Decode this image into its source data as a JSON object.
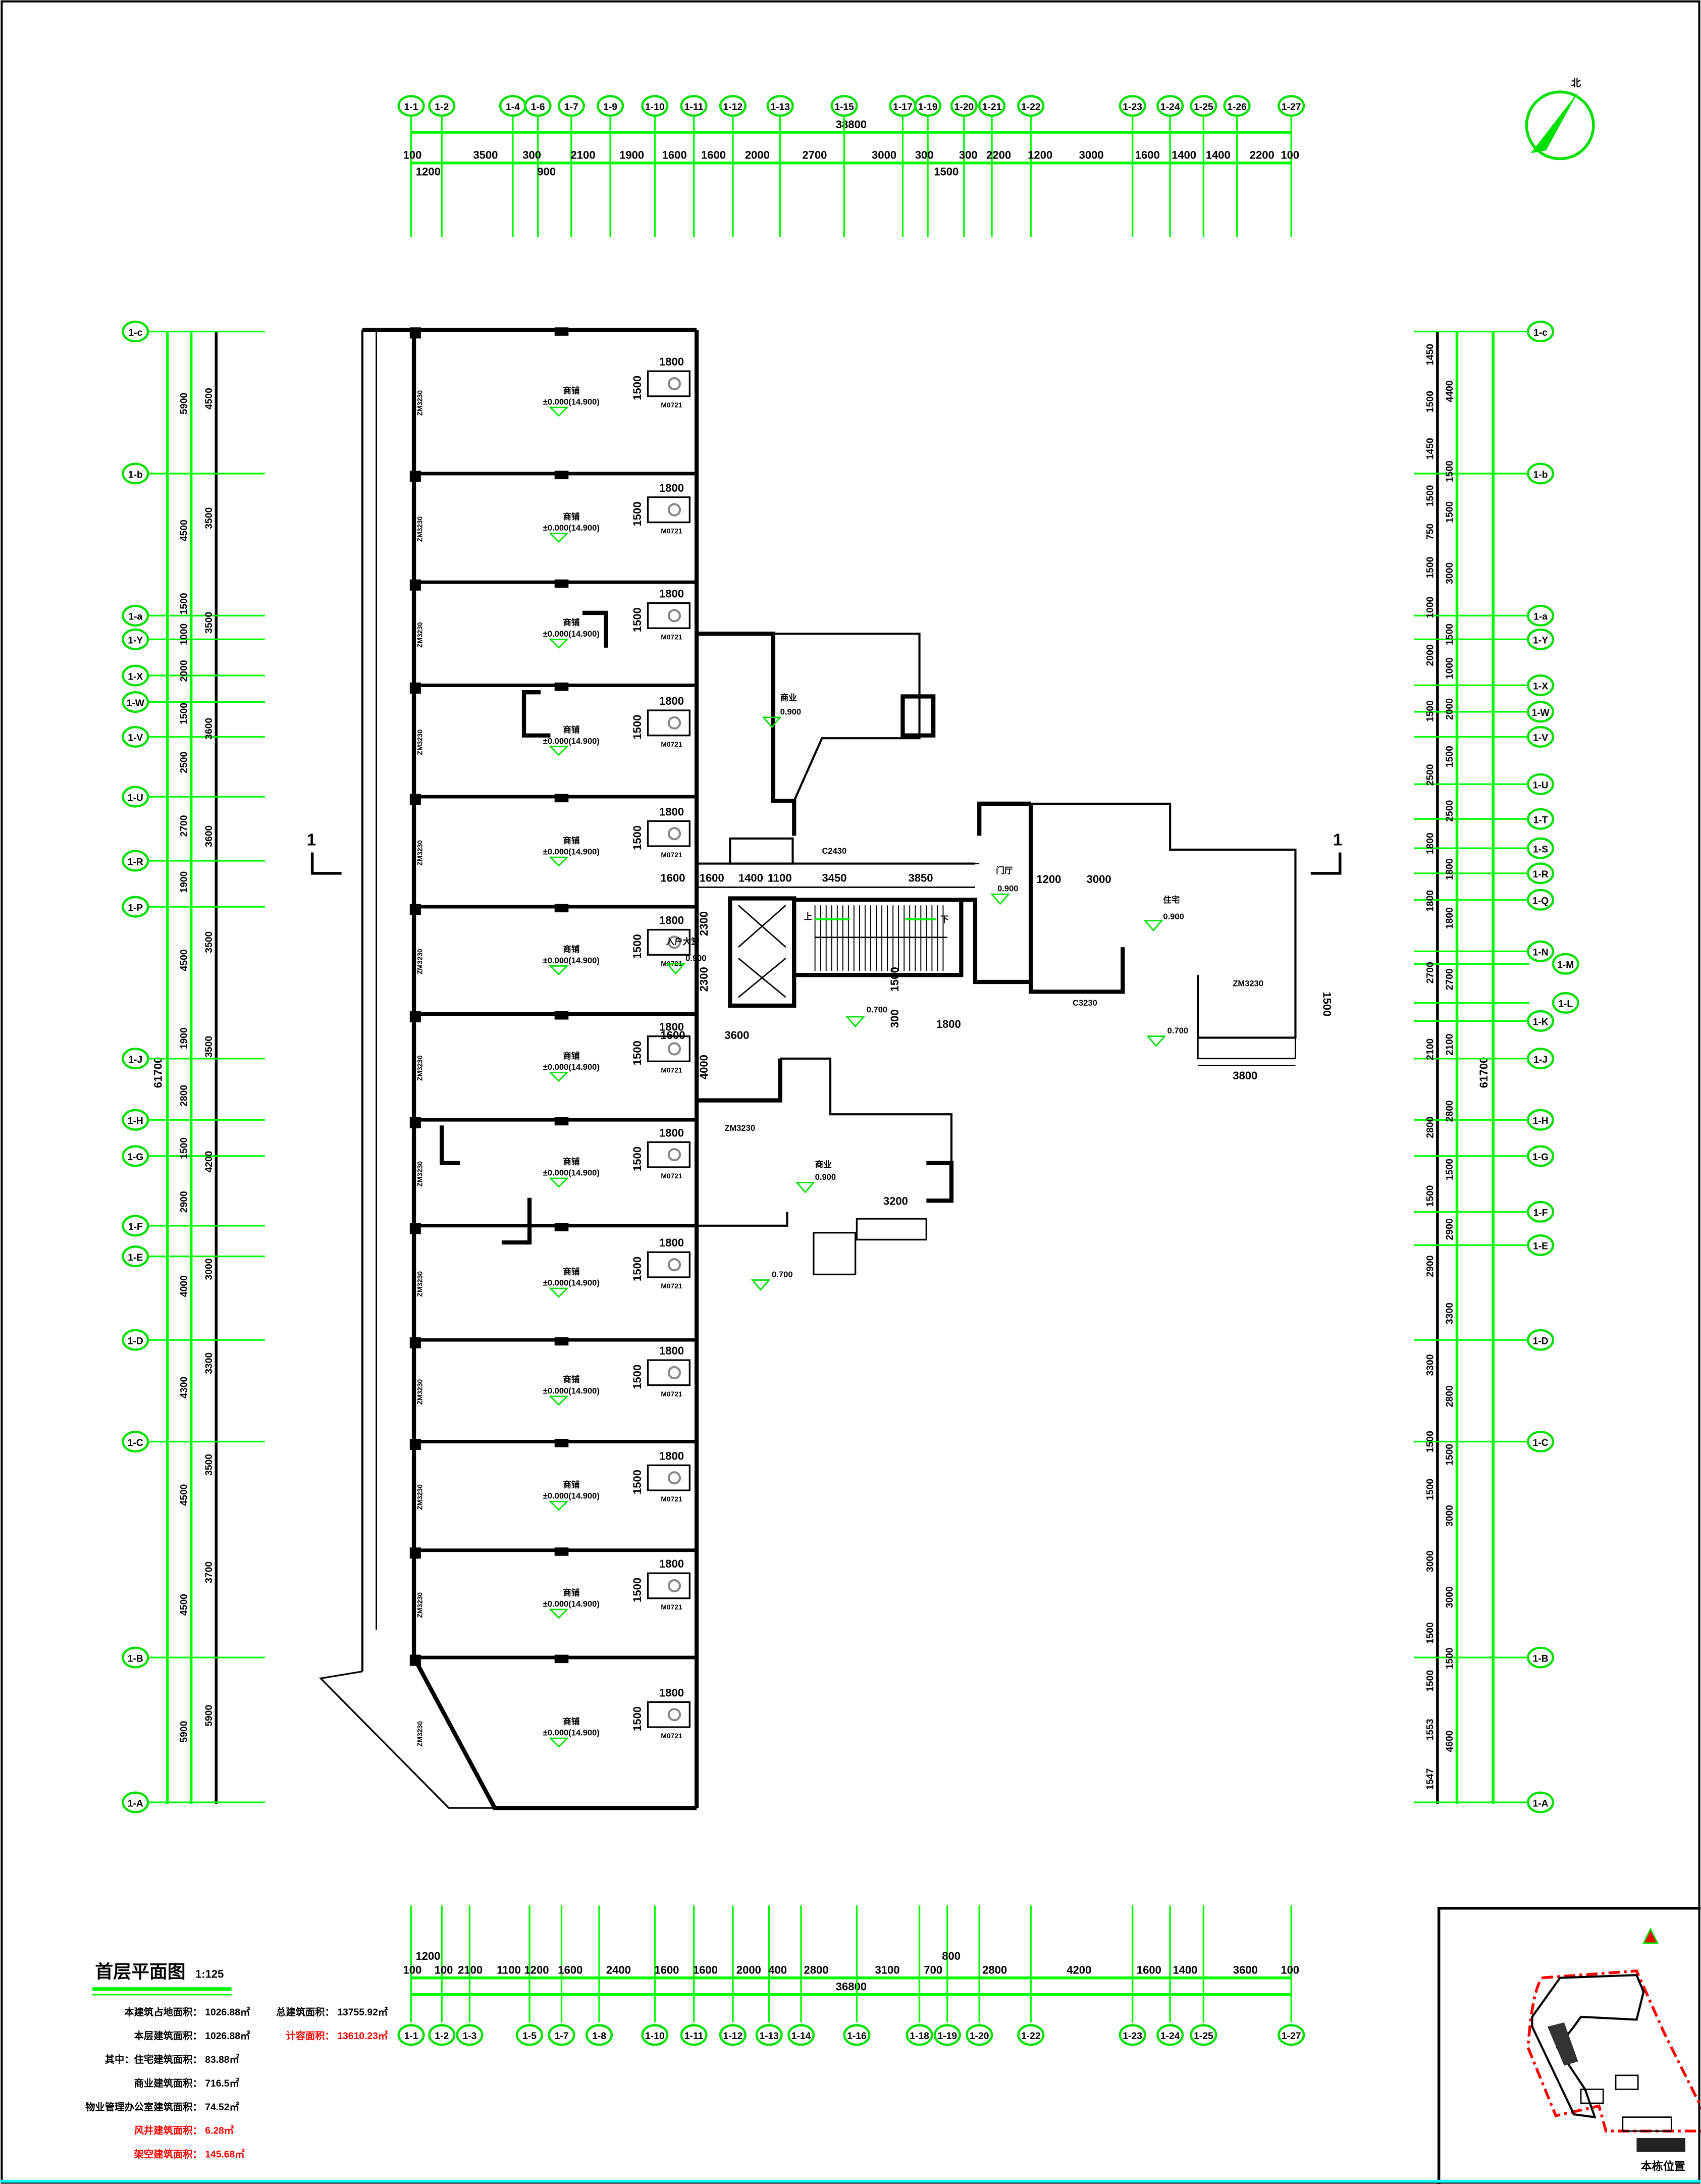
{
  "drawing": {
    "title": "首层平面图",
    "scale": "1:125",
    "stats_left": [
      {
        "label": "本建筑占地面积：",
        "value": "1026.88㎡",
        "color": "#000000"
      },
      {
        "label": "本层建筑面积：",
        "value": "1026.88㎡",
        "color": "#000000"
      },
      {
        "label": "其中：住宅建筑面积：",
        "value": "83.88㎡",
        "color": "#000000"
      },
      {
        "label": "商业建筑面积：",
        "value": "716.5㎡",
        "color": "#000000"
      },
      {
        "label": "物业管理办公室建筑面积：",
        "value": "74.52㎡",
        "color": "#000000"
      },
      {
        "label": "风井建筑面积：",
        "value": "6.28㎡",
        "color": "#ff0000"
      },
      {
        "label": "架空建筑面积：",
        "value": "145.68㎡",
        "color": "#ff0000"
      }
    ],
    "stats_right": [
      {
        "label": "总建筑面积：",
        "value": "13755.92㎡",
        "color": "#000000"
      },
      {
        "label": "计容面积：",
        "value": "13610.23㎡",
        "color": "#ff0000"
      }
    ]
  },
  "top_axis": {
    "total": "38800",
    "labels": [
      "1-1",
      "1-2",
      "1-4",
      "1-6",
      "1-7",
      "1-9",
      "1-10",
      "1-11",
      "1-12",
      "1-13",
      "1-15",
      "1-17",
      "1-19",
      "1-20",
      "1-21",
      "1-22",
      "1-23",
      "1-24",
      "1-25",
      "1-26",
      "1-27"
    ],
    "dims": [
      "100",
      "1200",
      "3500",
      "300",
      "900",
      "2100",
      "1900",
      "1600",
      "1600",
      "2000",
      "2700",
      "3000",
      "300",
      "1500",
      "300",
      "2200",
      "1200",
      "3000",
      "1600",
      "1400",
      "1400",
      "2200",
      "100"
    ]
  },
  "bottom_axis": {
    "total": "36800",
    "labels": [
      "1-1",
      "1-2",
      "1-3",
      "1-5",
      "1-7",
      "1-8",
      "1-10",
      "1-11",
      "1-12",
      "1-13",
      "1-14",
      "1-16",
      "1-18",
      "1-19",
      "1-20",
      "1-22",
      "1-23",
      "1-24",
      "1-25",
      "1-27"
    ],
    "dims": [
      "100",
      "1200",
      "100",
      "2100",
      "1100",
      "1200",
      "1600",
      "2400",
      "1600",
      "1600",
      "2000",
      "400",
      "2800",
      "3100",
      "700",
      "800",
      "2800",
      "4200",
      "1600",
      "1400",
      "3600",
      "100"
    ]
  },
  "left_axis": {
    "total": "61700",
    "labels": [
      "1-c",
      "1-b",
      "1-a",
      "1-Y",
      "1-X",
      "1-W",
      "1-V",
      "1-U",
      "1-R",
      "1-P",
      "1-J",
      "1-H",
      "1-G",
      "1-F",
      "1-E",
      "1-D",
      "1-C",
      "1-B",
      "1-A"
    ],
    "dims_outer": [
      "5900",
      "4500",
      "1500",
      "1000",
      "2000",
      "1500",
      "2500",
      "2700",
      "1900",
      "4500",
      "1900",
      "2800",
      "1500",
      "2900",
      "4000",
      "4300",
      "4500",
      "4500",
      "5900"
    ],
    "dims_inner": [
      "4500",
      "3500",
      "3500",
      "3600",
      "3600",
      "3500",
      "3500",
      "4200",
      "3000",
      "3300",
      "3500",
      "3700",
      "5900"
    ]
  },
  "right_axis": {
    "total": "61700",
    "labels": [
      "1-c",
      "1-b",
      "1-a",
      "1-Y",
      "1-X",
      "1-W",
      "1-V",
      "1-U",
      "1-T",
      "1-S",
      "1-R",
      "1-Q",
      "1-N",
      "1-M",
      "1-L",
      "1-K",
      "1-J",
      "1-H",
      "1-G",
      "1-F",
      "1-E",
      "1-D",
      "1-C",
      "1-B",
      "1-A"
    ],
    "dims_outer": [
      "4400",
      "1500",
      "1500",
      "3000",
      "1500",
      "1000",
      "2000",
      "1500",
      "2500",
      "1800",
      "1800",
      "2700",
      "2100",
      "2800",
      "1500",
      "2900",
      "3300",
      "2800",
      "1500",
      "3000",
      "3000",
      "1500",
      "4600"
    ],
    "dims_inner": [
      "1450",
      "1500",
      "1450",
      "1500",
      "750",
      "1500",
      "1000",
      "2000",
      "1500",
      "2500",
      "1800",
      "1800",
      "2700",
      "2100",
      "2800",
      "1500",
      "2900",
      "3300",
      "1500",
      "1500",
      "3000",
      "1500",
      "1500",
      "1553",
      "1547"
    ]
  },
  "units": [
    {
      "name": "商铺",
      "elev": "±0.000(14.900)"
    },
    {
      "name": "商铺",
      "elev": "±0.000(14.900)"
    },
    {
      "name": "商铺",
      "elev": "±0.000(14.900)"
    },
    {
      "name": "商铺",
      "elev": "±0.000(14.900)"
    },
    {
      "name": "商铺",
      "elev": "±0.000(14.900)"
    },
    {
      "name": "商铺",
      "elev": "±0.000(14.900)"
    },
    {
      "name": "商铺",
      "elev": "±0.000(14.900)"
    },
    {
      "name": "商铺",
      "elev": "±0.000(14.900)"
    },
    {
      "name": "商铺",
      "elev": "±0.000(14.900)"
    },
    {
      "name": "商铺",
      "elev": "±0.000(14.900)"
    },
    {
      "name": "商铺",
      "elev": "±0.000(14.900)"
    },
    {
      "name": "商铺",
      "elev": "±0.000(14.900)"
    },
    {
      "name": "商铺",
      "elev": "±0.000(14.900)"
    }
  ],
  "core": {
    "lobby": "入户大堂",
    "lobby_elev": "0.900",
    "commercial_top": "商业",
    "commercial_top_elev": "0.900",
    "commercial_bottom": "商业",
    "commercial_bottom_elev": "0.900",
    "right_room": "住宅",
    "right_room_elev": "0.900",
    "right_hall": "门厅",
    "right_hall_elev": "0.900",
    "outdoor_elev_1": "0.700",
    "outdoor_elev_2": "0.700",
    "outdoor_elev_3": "0.700",
    "dims_row": [
      "1600",
      "1600",
      "1400",
      "1100",
      "3450",
      "3850"
    ],
    "dims_lift": [
      "2300",
      "2300"
    ],
    "dim_1500": "1500",
    "dim_300": "300",
    "dim_1800": "1800",
    "dim_3600": "3600",
    "dim_4000": "4000",
    "dim_3800": "3800",
    "dim_3200": "3200",
    "dim_1200r": "1200",
    "dim_3000r": "3000",
    "window_c2430": "C2430",
    "window_c3230": "C3230",
    "door_m0721": "M0721",
    "door_zm": "ZM3230",
    "stair_up": "上",
    "stair_down": "下",
    "section_mark": "1",
    "unit_dims": [
      "1800",
      "1500",
      "1500",
      "1800"
    ]
  },
  "site_plan": {
    "caption": "本栋位置"
  },
  "north_arrow": {
    "label": "北"
  }
}
